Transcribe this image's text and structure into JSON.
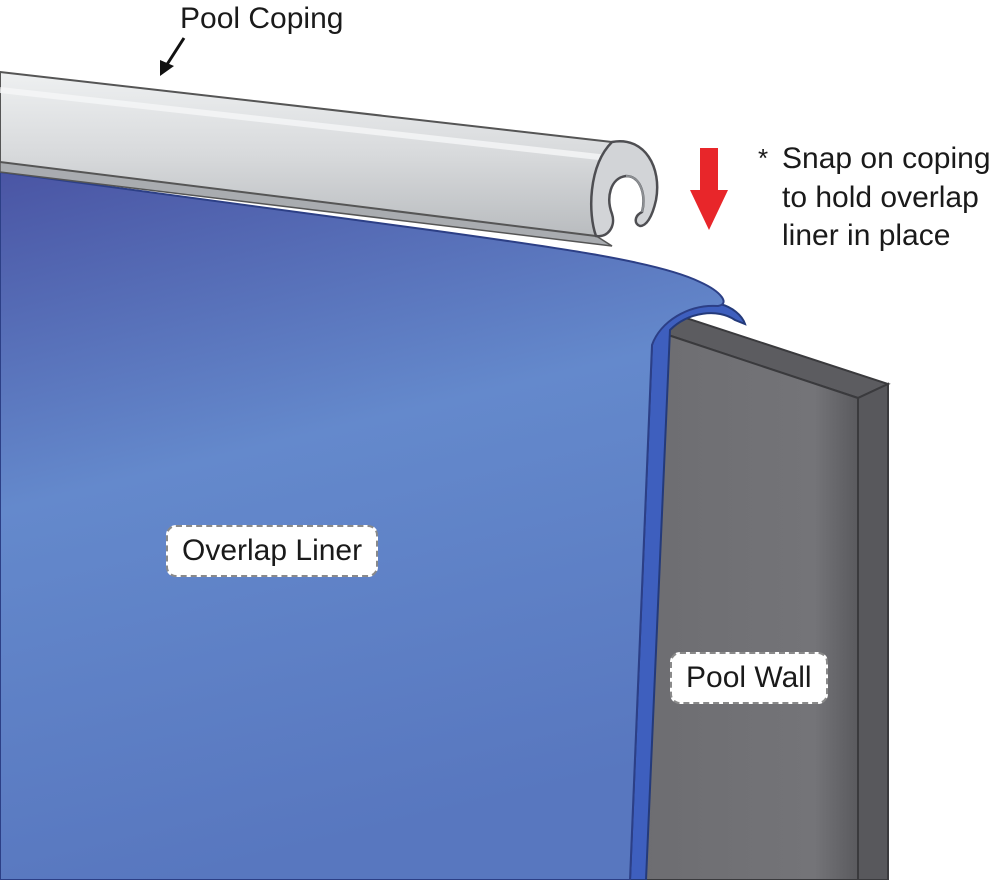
{
  "labels": {
    "pool_coping": "Pool Coping",
    "overlap_liner": "Overlap Liner",
    "pool_wall": "Pool Wall"
  },
  "note": {
    "marker": "*",
    "lines": [
      "Snap on coping",
      "to hold overlap",
      "liner in place"
    ]
  },
  "colors": {
    "liner_top": "#4d59a8",
    "liner_mid": "#6489cc",
    "liner_bottom": "#5a79c2",
    "wall_face": "#6f6f73",
    "wall_top": "#5c5c60",
    "coping": "#d6d8da",
    "arrow": "#e8262a"
  }
}
